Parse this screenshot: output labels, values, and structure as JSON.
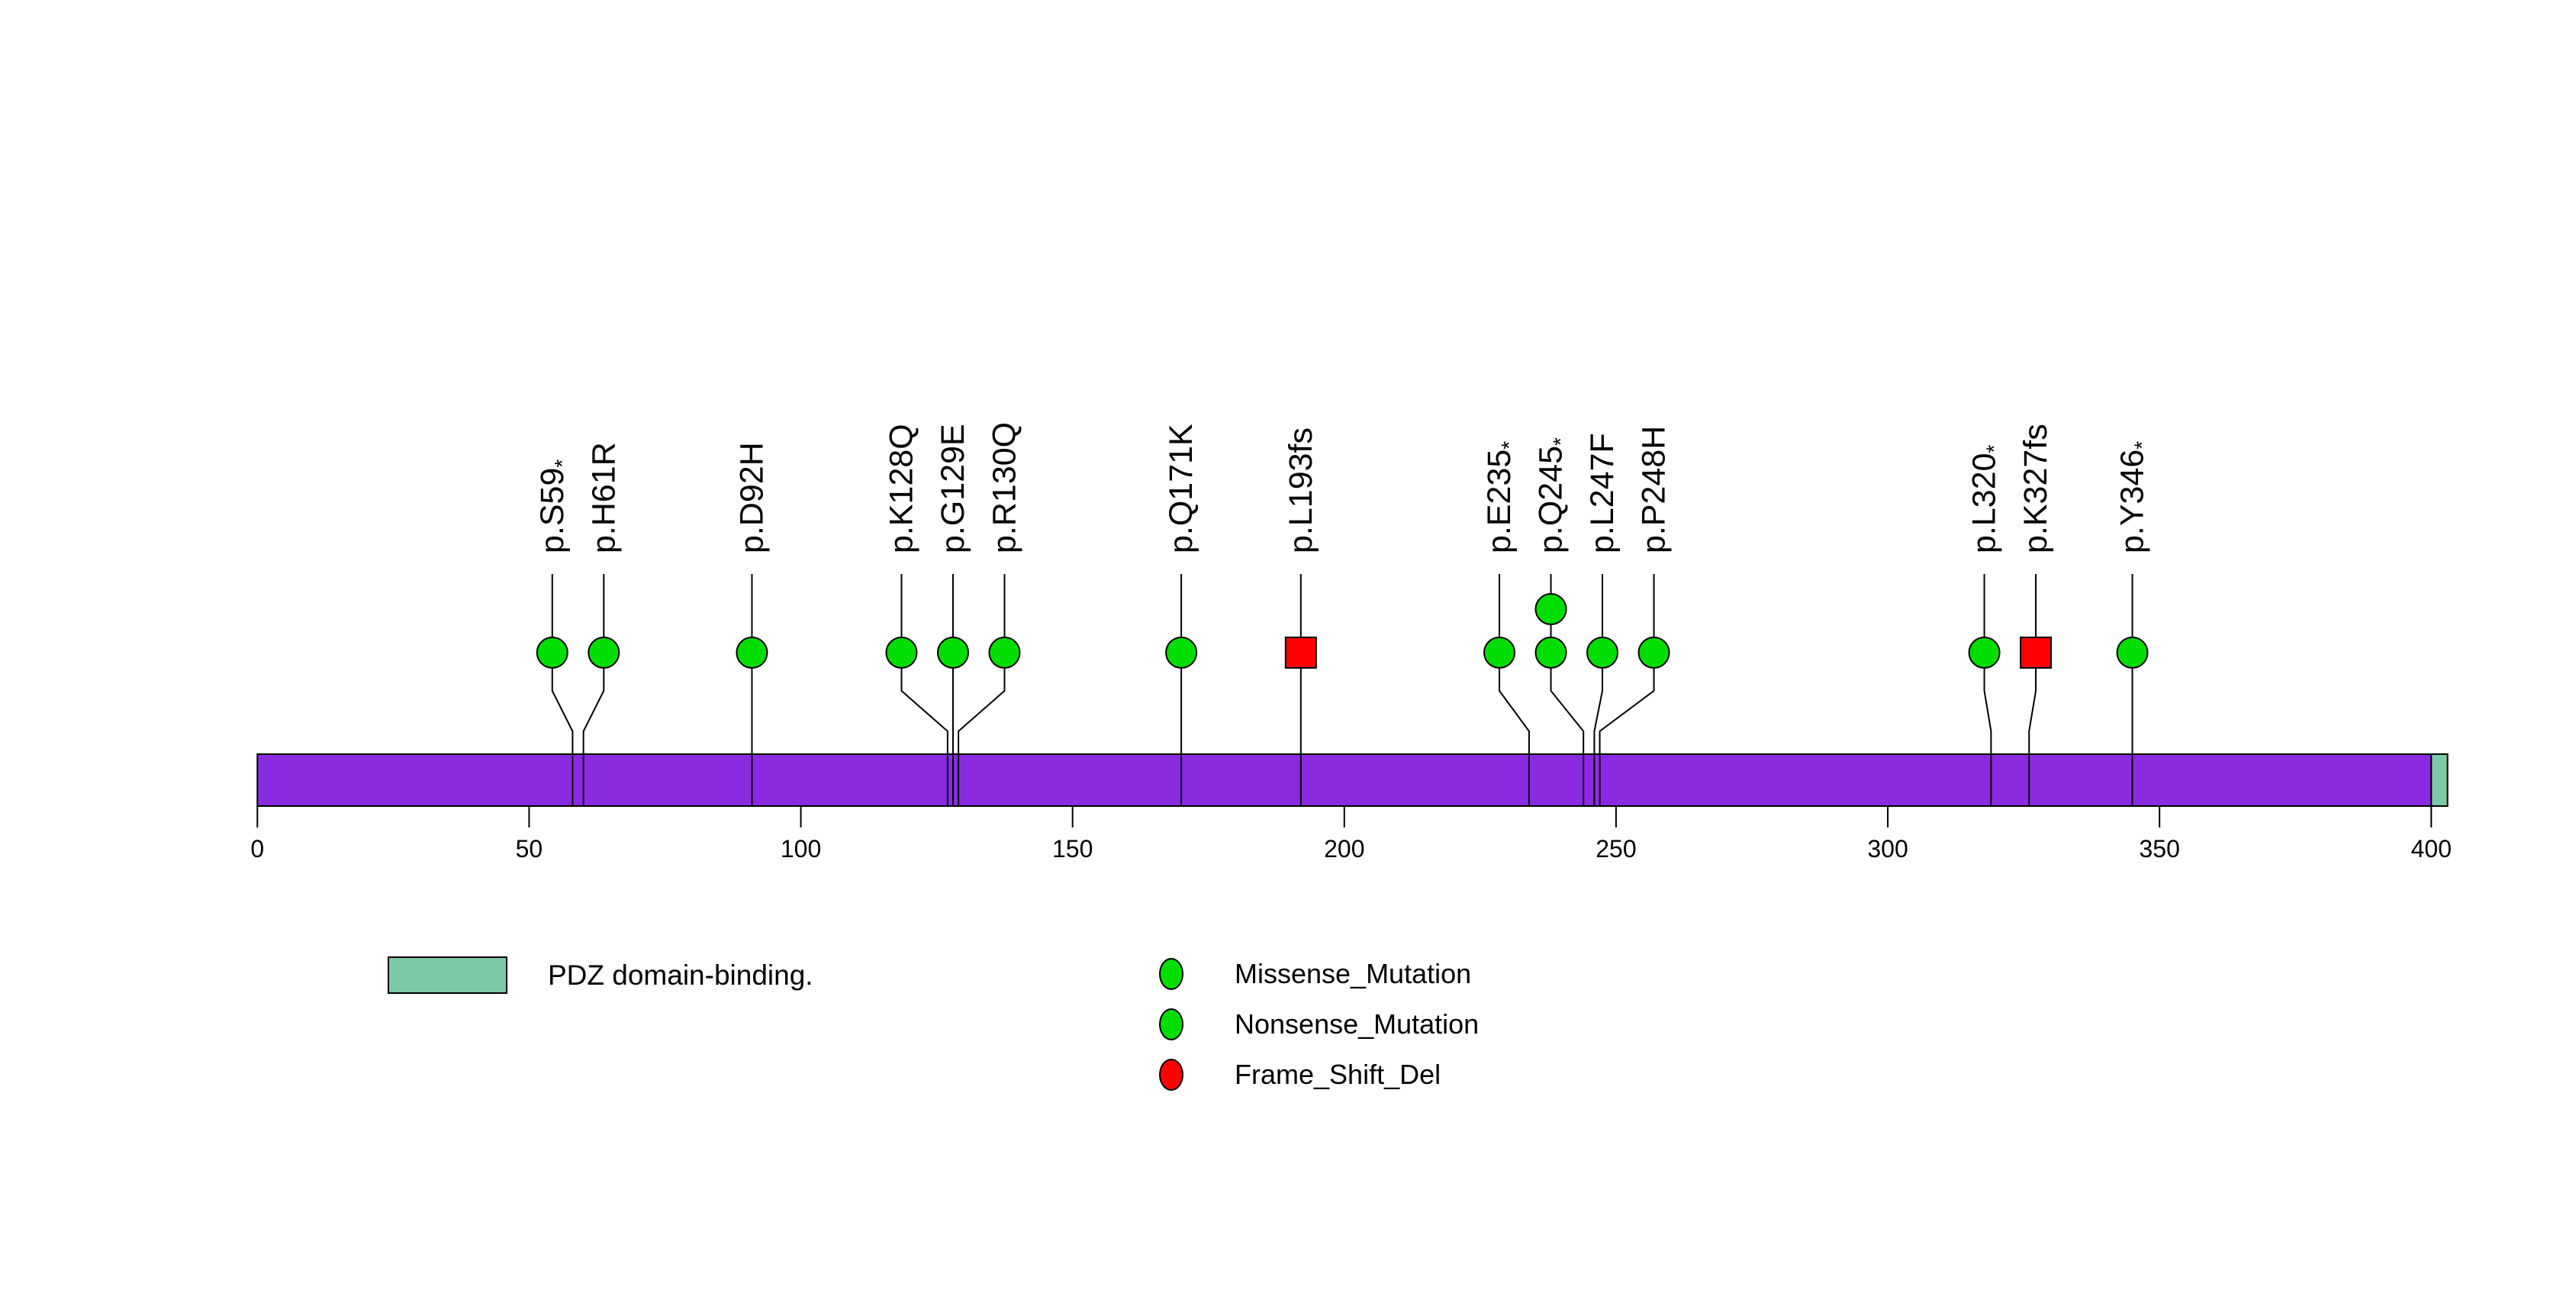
{
  "chart_data": {
    "type": "lollipop",
    "title": "",
    "xlabel": "",
    "ylabel": "",
    "xlim": [
      0,
      403
    ],
    "x_ticks": [
      0,
      50,
      100,
      150,
      200,
      250,
      300,
      350,
      400
    ],
    "grid": false,
    "protein": {
      "length": 403,
      "bar_color": "#8A2BE2",
      "outline_color": "#000000"
    },
    "domains": [
      {
        "label": "PDZ domain-binding.",
        "start": 400,
        "end": 403,
        "color": "#7CC9A5"
      }
    ],
    "marker_colors": {
      "Missense_Mutation": "#00DD00",
      "Nonsense_Mutation": "#00DD00",
      "Frame_Shift_Del": "#FF0000"
    },
    "marker_shapes": {
      "Missense_Mutation": "circle",
      "Nonsense_Mutation": "circle",
      "Frame_Shift_Del": "square"
    },
    "mutations": [
      {
        "label": "p.S59*",
        "position": 59,
        "type": "Nonsense_Mutation",
        "count": 1
      },
      {
        "label": "p.H61R",
        "position": 61,
        "type": "Missense_Mutation",
        "count": 1
      },
      {
        "label": "p.D92H",
        "position": 92,
        "type": "Missense_Mutation",
        "count": 1
      },
      {
        "label": "p.K128Q",
        "position": 128,
        "type": "Missense_Mutation",
        "count": 1
      },
      {
        "label": "p.G129E",
        "position": 129,
        "type": "Missense_Mutation",
        "count": 1
      },
      {
        "label": "p.R130Q",
        "position": 130,
        "type": "Missense_Mutation",
        "count": 1
      },
      {
        "label": "p.Q171K",
        "position": 171,
        "type": "Missense_Mutation",
        "count": 1
      },
      {
        "label": "p.L193fs",
        "position": 193,
        "type": "Frame_Shift_Del",
        "count": 1
      },
      {
        "label": "p.E235*",
        "position": 235,
        "type": "Nonsense_Mutation",
        "count": 1
      },
      {
        "label": "p.Q245*",
        "position": 245,
        "type": "Nonsense_Mutation",
        "count": 2
      },
      {
        "label": "p.L247F",
        "position": 247,
        "type": "Missense_Mutation",
        "count": 1
      },
      {
        "label": "p.P248H",
        "position": 248,
        "type": "Missense_Mutation",
        "count": 1
      },
      {
        "label": "p.L320*",
        "position": 320,
        "type": "Nonsense_Mutation",
        "count": 1
      },
      {
        "label": "p.K327fs",
        "position": 327,
        "type": "Frame_Shift_Del",
        "count": 1
      },
      {
        "label": "p.Y346*",
        "position": 346,
        "type": "Nonsense_Mutation",
        "count": 1
      }
    ],
    "legend": {
      "domain_items": [
        {
          "label": "PDZ domain-binding.",
          "color": "#7CC9A5"
        }
      ],
      "mutation_items": [
        {
          "label": "Missense_Mutation",
          "color": "#00DD00"
        },
        {
          "label": "Nonsense_Mutation",
          "color": "#00DD00"
        },
        {
          "label": "Frame_Shift_Del",
          "color": "#FF0000"
        }
      ]
    }
  }
}
